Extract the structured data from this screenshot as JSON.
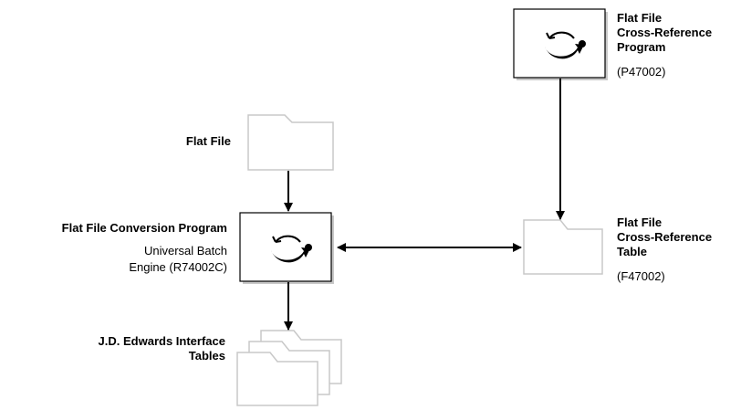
{
  "flat_file": {
    "title": "Flat File"
  },
  "conversion_program": {
    "title": "Flat File Conversion Program",
    "subtitle_line1": "Universal Batch",
    "subtitle_line2": "Engine (R74002C)"
  },
  "interface_tables": {
    "title_line1": "J.D. Edwards Interface",
    "title_line2": "Tables"
  },
  "xref_program": {
    "title_line1": "Flat File",
    "title_line2": "Cross-Reference",
    "title_line3": "Program",
    "code": "(P47002)"
  },
  "xref_table": {
    "title_line1": "Flat File",
    "title_line2": "Cross-Reference",
    "title_line3": "Table",
    "code": "(F47002)"
  },
  "colors": {
    "line": "#000000",
    "shadow": "#c8c8c8",
    "box_fill": "#ffffff"
  }
}
